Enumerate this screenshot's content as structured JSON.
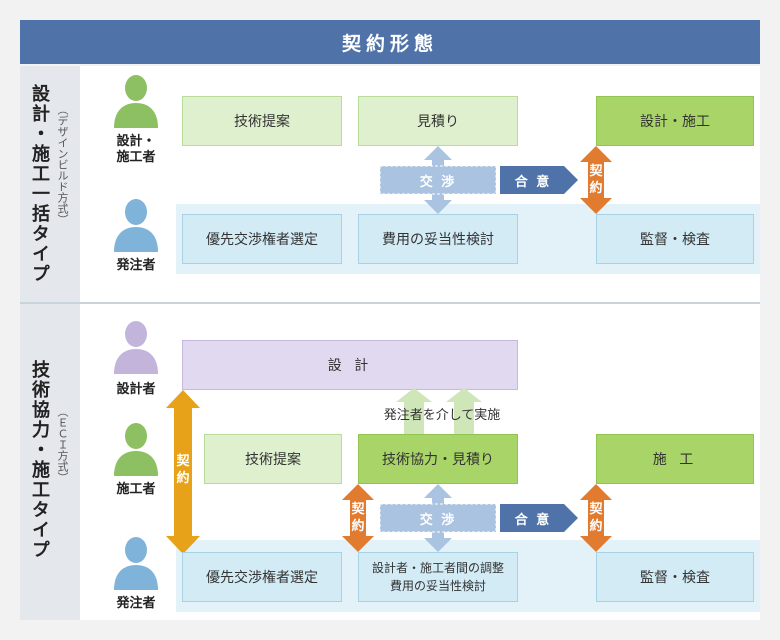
{
  "title": "契約形態",
  "sections": {
    "top": {
      "label": "設計・施工一括タイプ",
      "sublabel": "（デザインビルド方式）",
      "actors": {
        "builder": "設計・\n施工者",
        "client": "発注者"
      },
      "boxes": {
        "proposal": "技術提案",
        "estimate": "見積り",
        "design_build": "設計・施工",
        "priority": "優先交渉権者選定",
        "cost": "費用の妥当性検討",
        "supervise": "監督・検査"
      },
      "negotiate": "交 渉",
      "agree": "合 意",
      "contract": "契\n約"
    },
    "bottom": {
      "label": "技術協力・施工タイプ",
      "sublabel": "（ＥＣＩ方式）",
      "actors": {
        "designer": "設計者",
        "builder": "施工者",
        "client": "発注者"
      },
      "boxes": {
        "design": "設 計",
        "via_client": "発注者を介して実施",
        "proposal": "技術提案",
        "coop_estimate": "技術協力・見積り",
        "construction": "施 工",
        "priority": "優先交渉権者選定",
        "coordination_line1": "設計者・施工者間の調整",
        "coordination_line2": "費用の妥当性検討",
        "supervise": "監督・検査"
      },
      "negotiate": "交 渉",
      "agree": "合 意",
      "contract": "契\n約"
    }
  },
  "colors": {
    "header": "#4f73a8",
    "person_green": "#8cc063",
    "person_blue": "#7fb3d9",
    "person_purple": "#c3b4dc",
    "arrow_orange": "#e07b2f",
    "arrow_gold": "#e8a21a",
    "arrow_blue": "#4f73a8"
  }
}
